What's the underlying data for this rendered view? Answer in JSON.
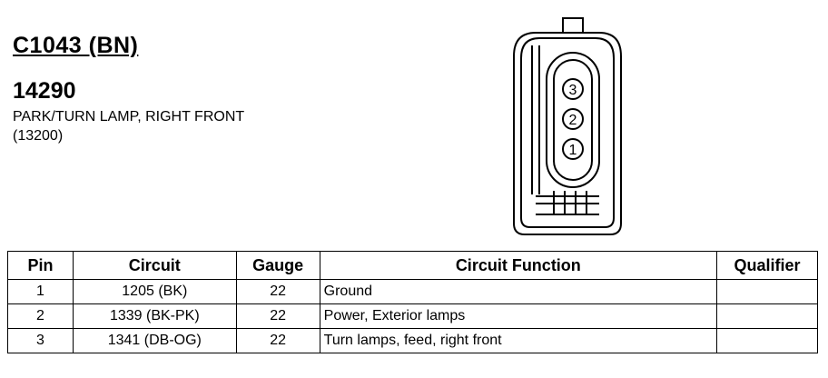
{
  "connector": {
    "id": "C1043 (BN)",
    "part_number": "14290",
    "description": "PARK/TURN LAMP, RIGHT FRONT",
    "reference": "(13200)"
  },
  "diagram": {
    "pin_labels": [
      "3",
      "2",
      "1"
    ]
  },
  "table": {
    "headers": [
      "Pin",
      "Circuit",
      "Gauge",
      "Circuit Function",
      "Qualifier"
    ],
    "rows": [
      {
        "pin": "1",
        "circuit": "1205 (BK)",
        "gauge": "22",
        "function": "Ground",
        "qualifier": ""
      },
      {
        "pin": "2",
        "circuit": "1339 (BK-PK)",
        "gauge": "22",
        "function": "Power, Exterior lamps",
        "qualifier": ""
      },
      {
        "pin": "3",
        "circuit": "1341 (DB-OG)",
        "gauge": "22",
        "function": "Turn lamps, feed, right front",
        "qualifier": ""
      }
    ]
  }
}
